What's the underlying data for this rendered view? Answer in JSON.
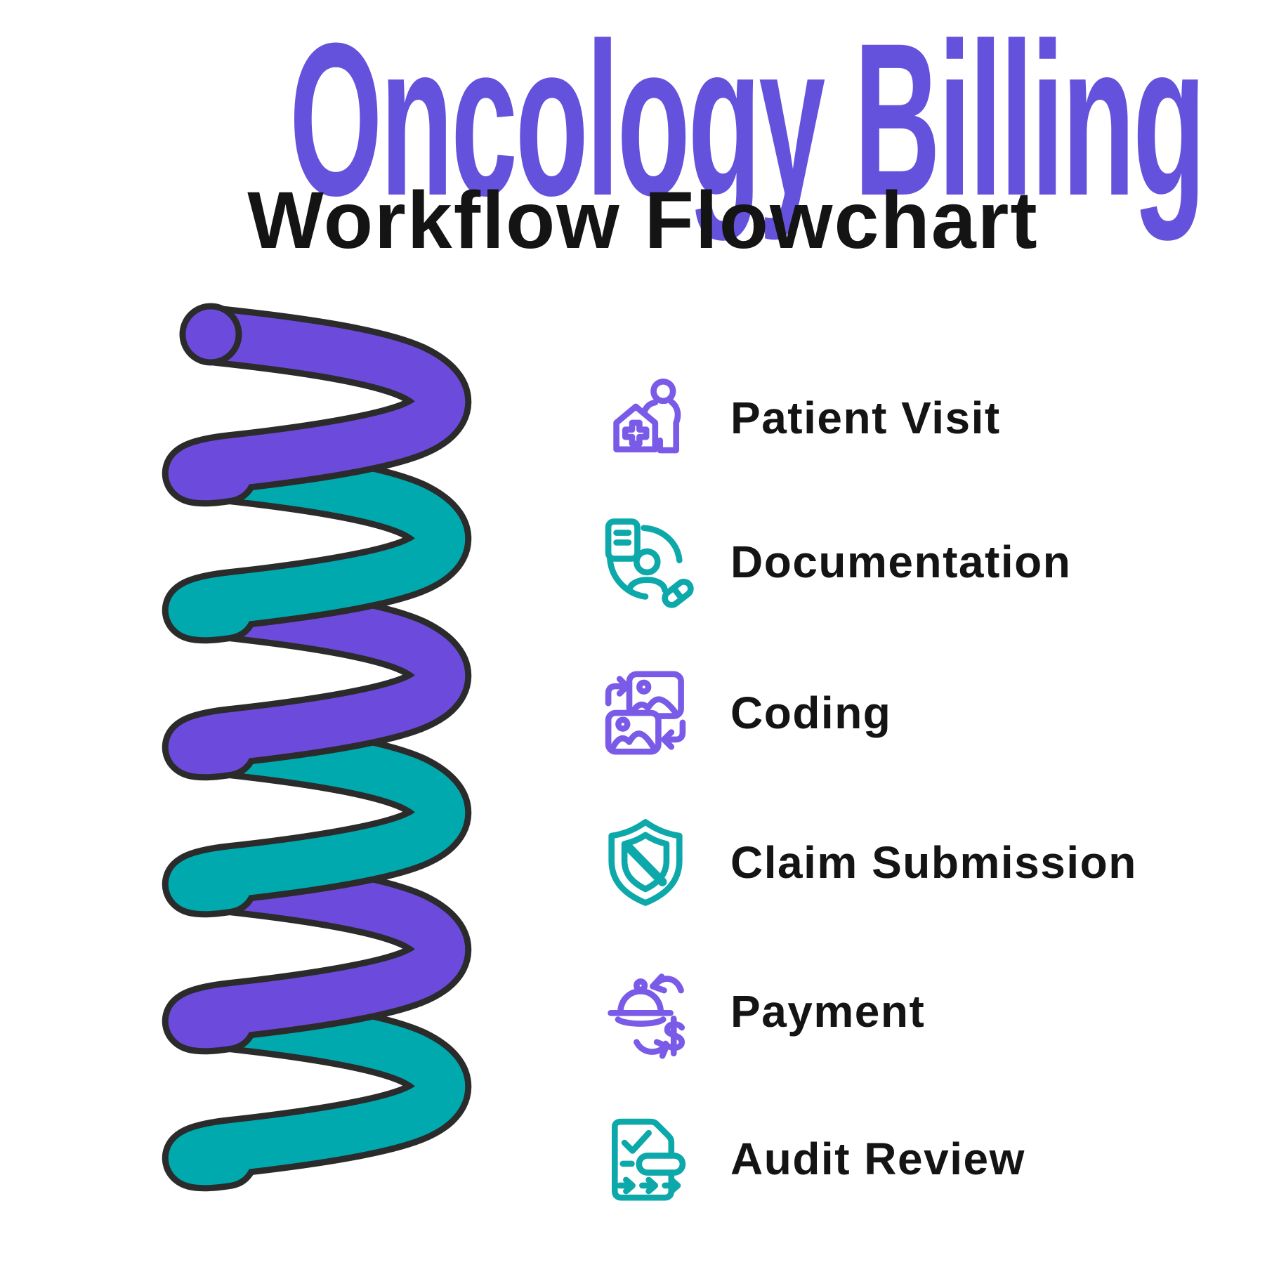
{
  "header": {
    "title": "Oncology Billing",
    "subtitle": "Workflow Flowchart"
  },
  "illustration": {
    "name": "coil-spring",
    "turn_colors": [
      "purple",
      "teal",
      "purple",
      "teal",
      "purple",
      "teal"
    ]
  },
  "items": [
    {
      "label": "Patient Visit",
      "icon": "patient-visit-icon",
      "color": "purple"
    },
    {
      "label": "Documentation",
      "icon": "documentation-icon",
      "color": "teal"
    },
    {
      "label": "Coding",
      "icon": "coding-icon",
      "color": "purple"
    },
    {
      "label": "Claim Submission",
      "icon": "claim-submission-icon",
      "color": "teal"
    },
    {
      "label": "Payment",
      "icon": "payment-icon",
      "color": "purple"
    },
    {
      "label": "Audit Review",
      "icon": "audit-review-icon",
      "color": "teal"
    }
  ],
  "colors": {
    "title_purple": "#6552DC",
    "spiral_purple": "#6C4BDC",
    "spiral_teal": "#00A9AE",
    "icon_purple": "#7A5BE8",
    "icon_teal": "#0CA8AA",
    "outline_dark": "#2B2B2B",
    "text_dark": "#141414",
    "bg": "#FFFFFF"
  }
}
